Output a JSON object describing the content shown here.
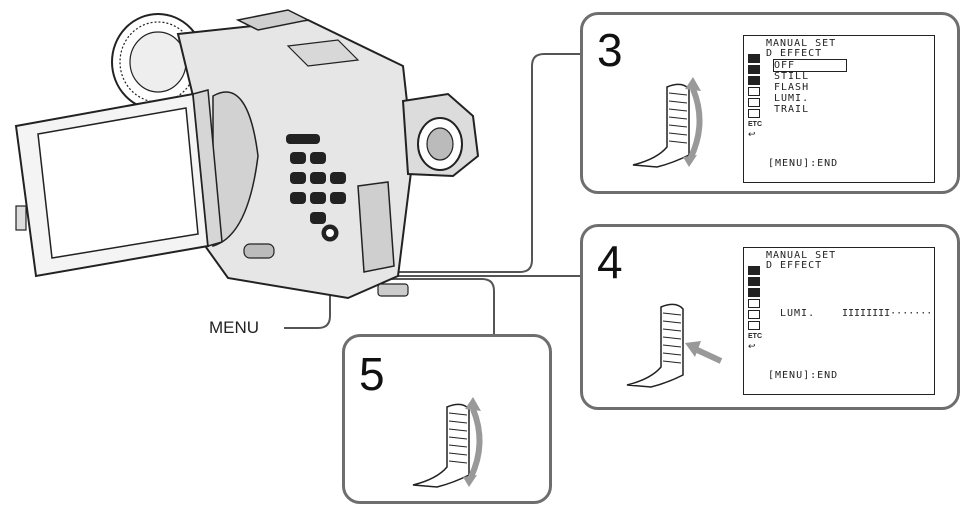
{
  "callout_label": "MENU",
  "steps": [
    {
      "number": "3",
      "screen": {
        "title": "MANUAL SET",
        "subtitle": "D EFFECT",
        "options": [
          "OFF",
          "STILL",
          "FLASH",
          "LUMI.",
          "TRAIL"
        ],
        "selected_option": "OFF",
        "footer": "[MENU]:END"
      }
    },
    {
      "number": "4",
      "screen": {
        "title": "MANUAL SET",
        "subtitle": "D EFFECT",
        "setting_label": "LUMI.",
        "level_bar": "IIIIIIII·······",
        "footer": "[MENU]:END"
      }
    },
    {
      "number": "5"
    }
  ],
  "menu_icons": [
    "camera-set-icon",
    "program-ae-icon",
    "vcr-set-icon",
    "lcd-set-icon",
    "memory-set-icon",
    "tape-set-icon",
    "etc-icon",
    "return-icon"
  ],
  "icon_etc_text": "ETC",
  "colors": {
    "box_border": "#6e6e6e",
    "line": "#555555",
    "text": "#222222"
  }
}
